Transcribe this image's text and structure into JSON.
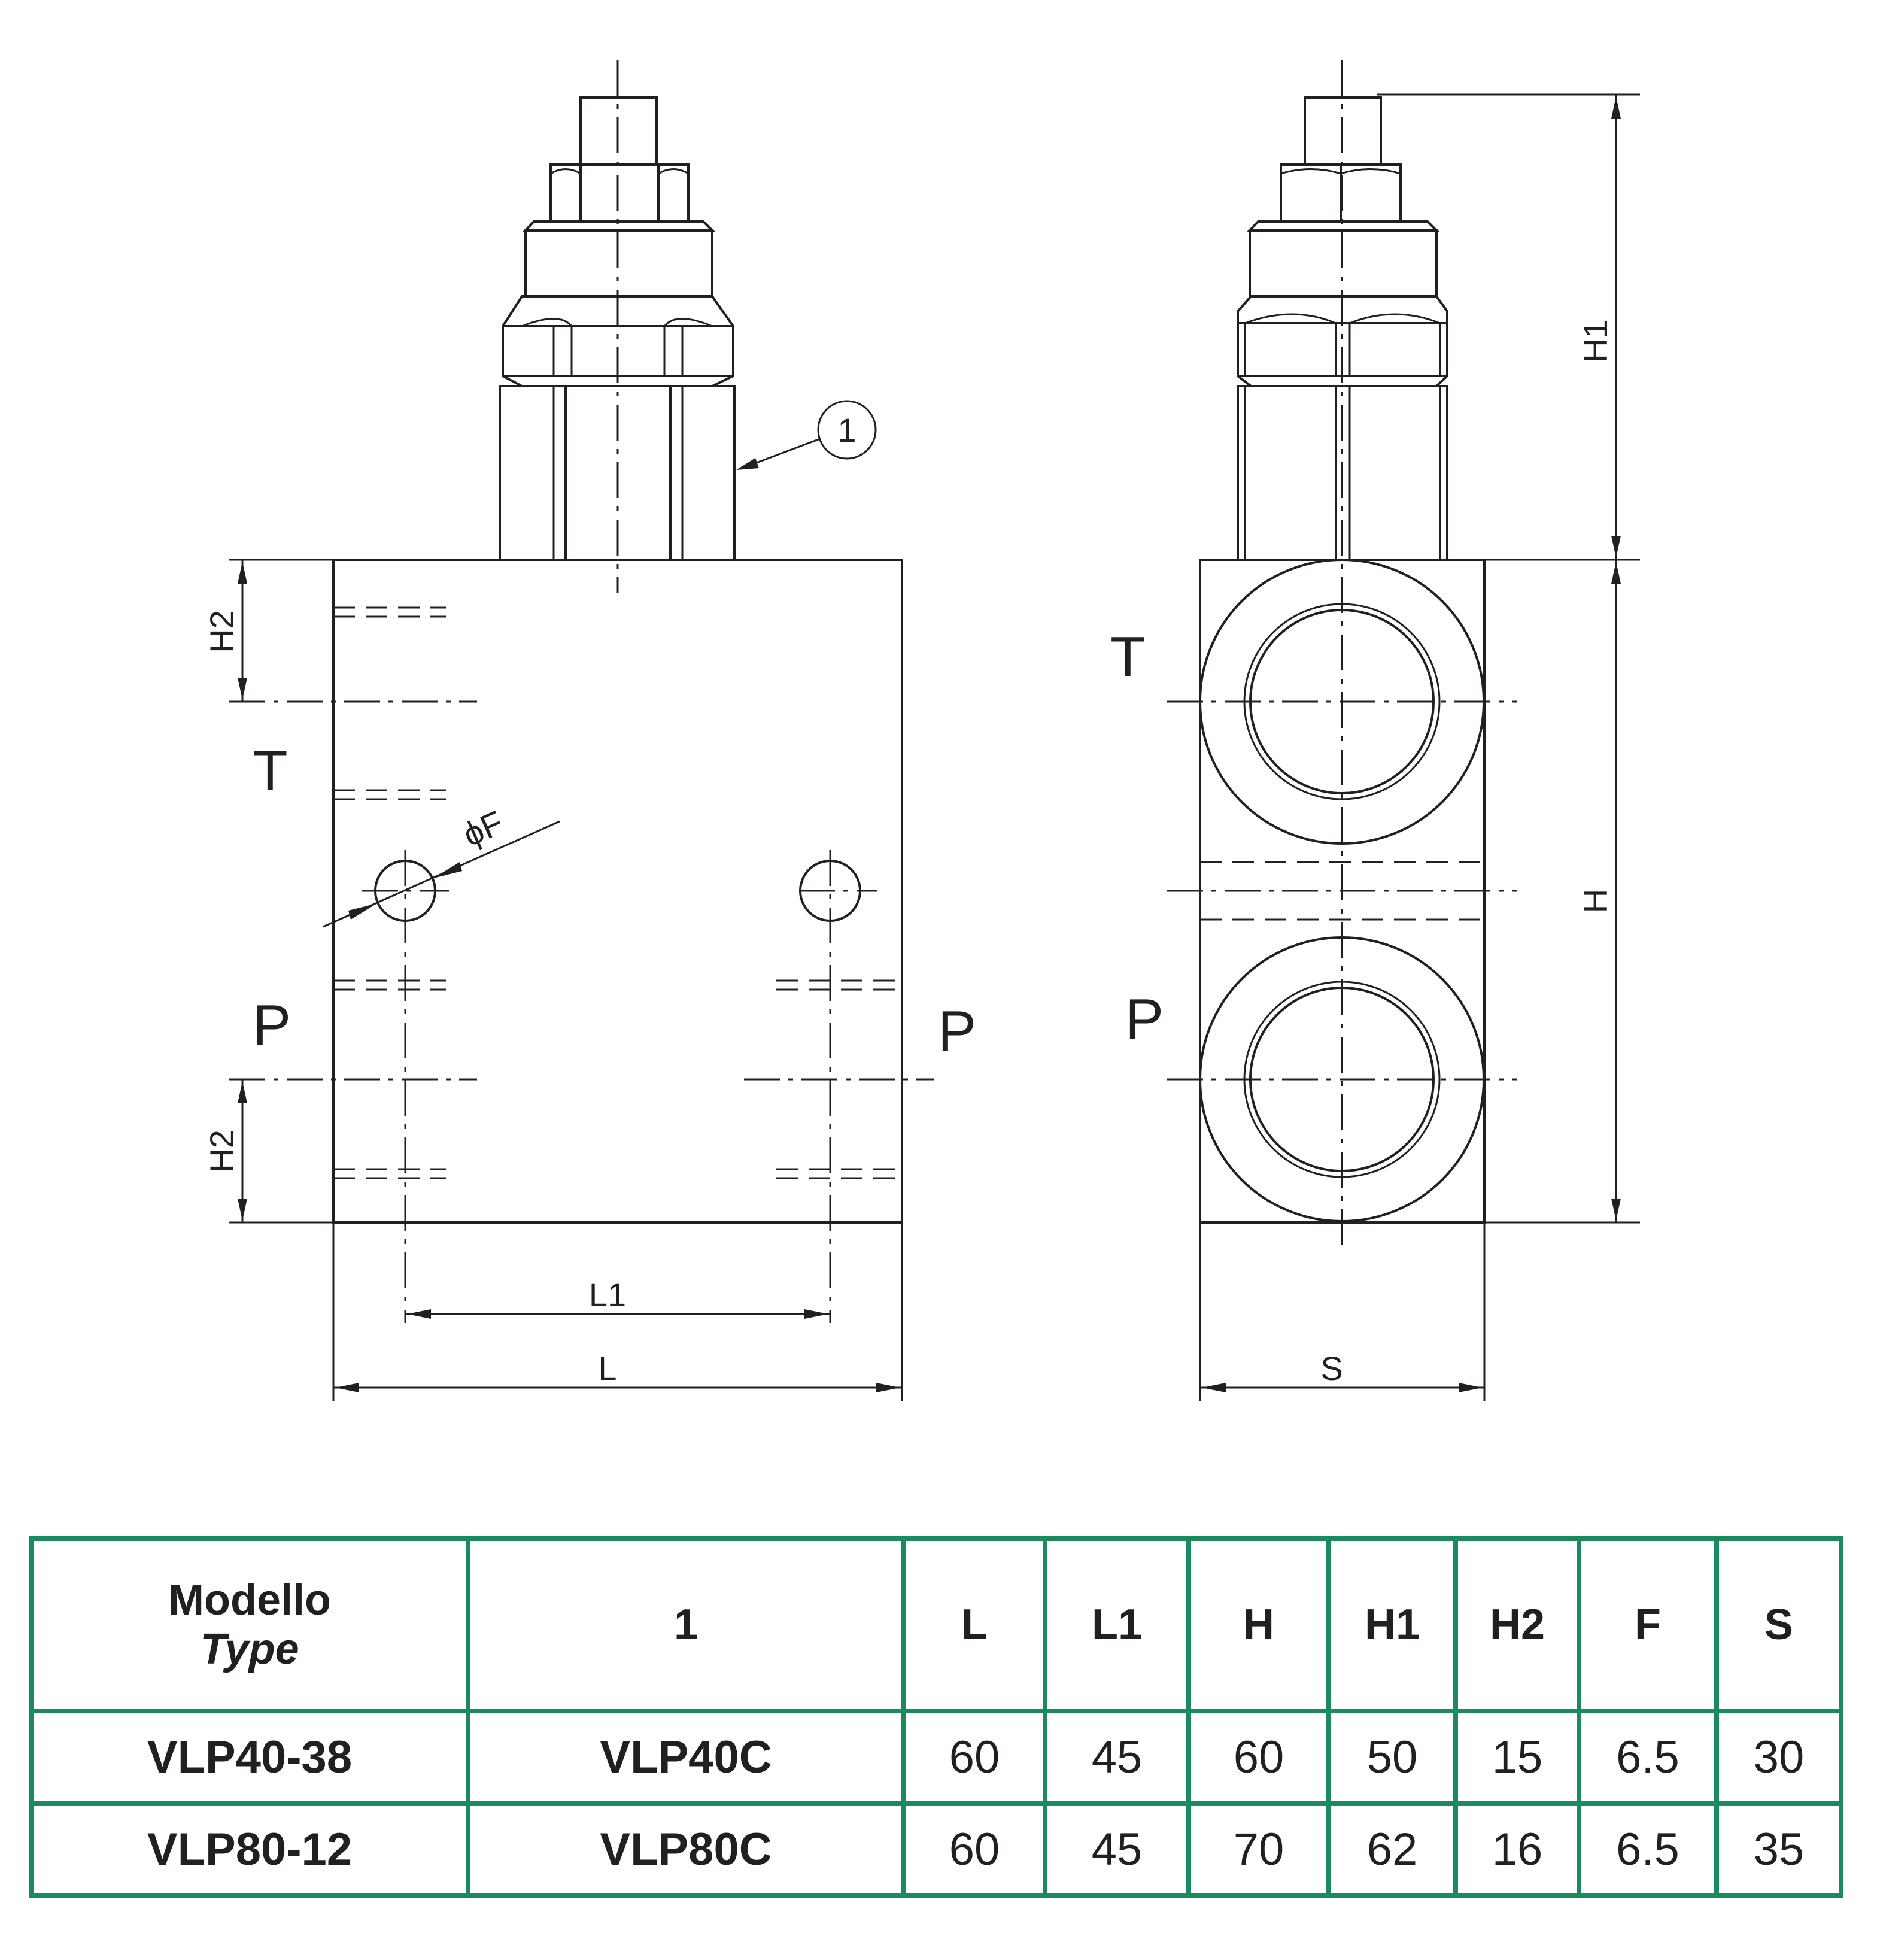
{
  "drawing": {
    "callout": "1",
    "ports": {
      "t": "T",
      "p": "P"
    },
    "dims": {
      "h2": "H2",
      "l1": "L1",
      "l": "L",
      "f": "ϕF",
      "h1": "H1",
      "h": "H",
      "s": "S"
    }
  },
  "table": {
    "headers": {
      "model_line1": "Modello",
      "model_line2": "Type",
      "part": "1",
      "L": "L",
      "L1": "L1",
      "H": "H",
      "H1": "H1",
      "H2": "H2",
      "F": "F",
      "S": "S"
    },
    "rows": [
      {
        "model": "VLP40-38",
        "part": "VLP40C",
        "L": "60",
        "L1": "45",
        "H": "60",
        "H1": "50",
        "H2": "15",
        "F": "6.5",
        "S": "30"
      },
      {
        "model": "VLP80-12",
        "part": "VLP80C",
        "L": "60",
        "L1": "45",
        "H": "70",
        "H1": "62",
        "H2": "16",
        "F": "6.5",
        "S": "35"
      }
    ],
    "border_color": "#1b8a5e"
  }
}
